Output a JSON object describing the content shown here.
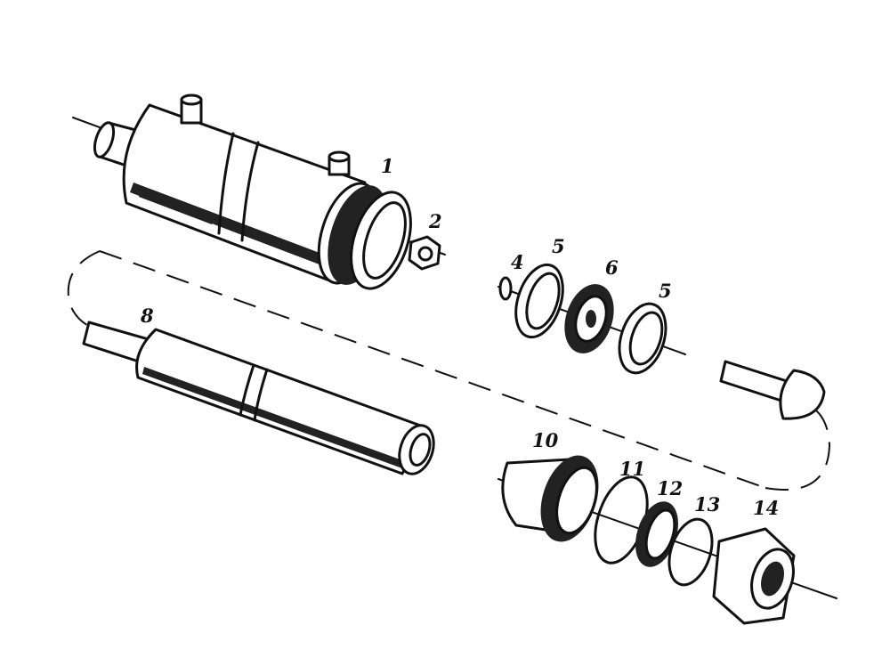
{
  "labels": {
    "l1": "1",
    "l2": "2",
    "l4": "4",
    "l5a": "5",
    "l6": "6",
    "l5b": "5",
    "l8": "8",
    "l10": "10",
    "l11": "11",
    "l12": "12",
    "l13": "13",
    "l14": "14"
  }
}
